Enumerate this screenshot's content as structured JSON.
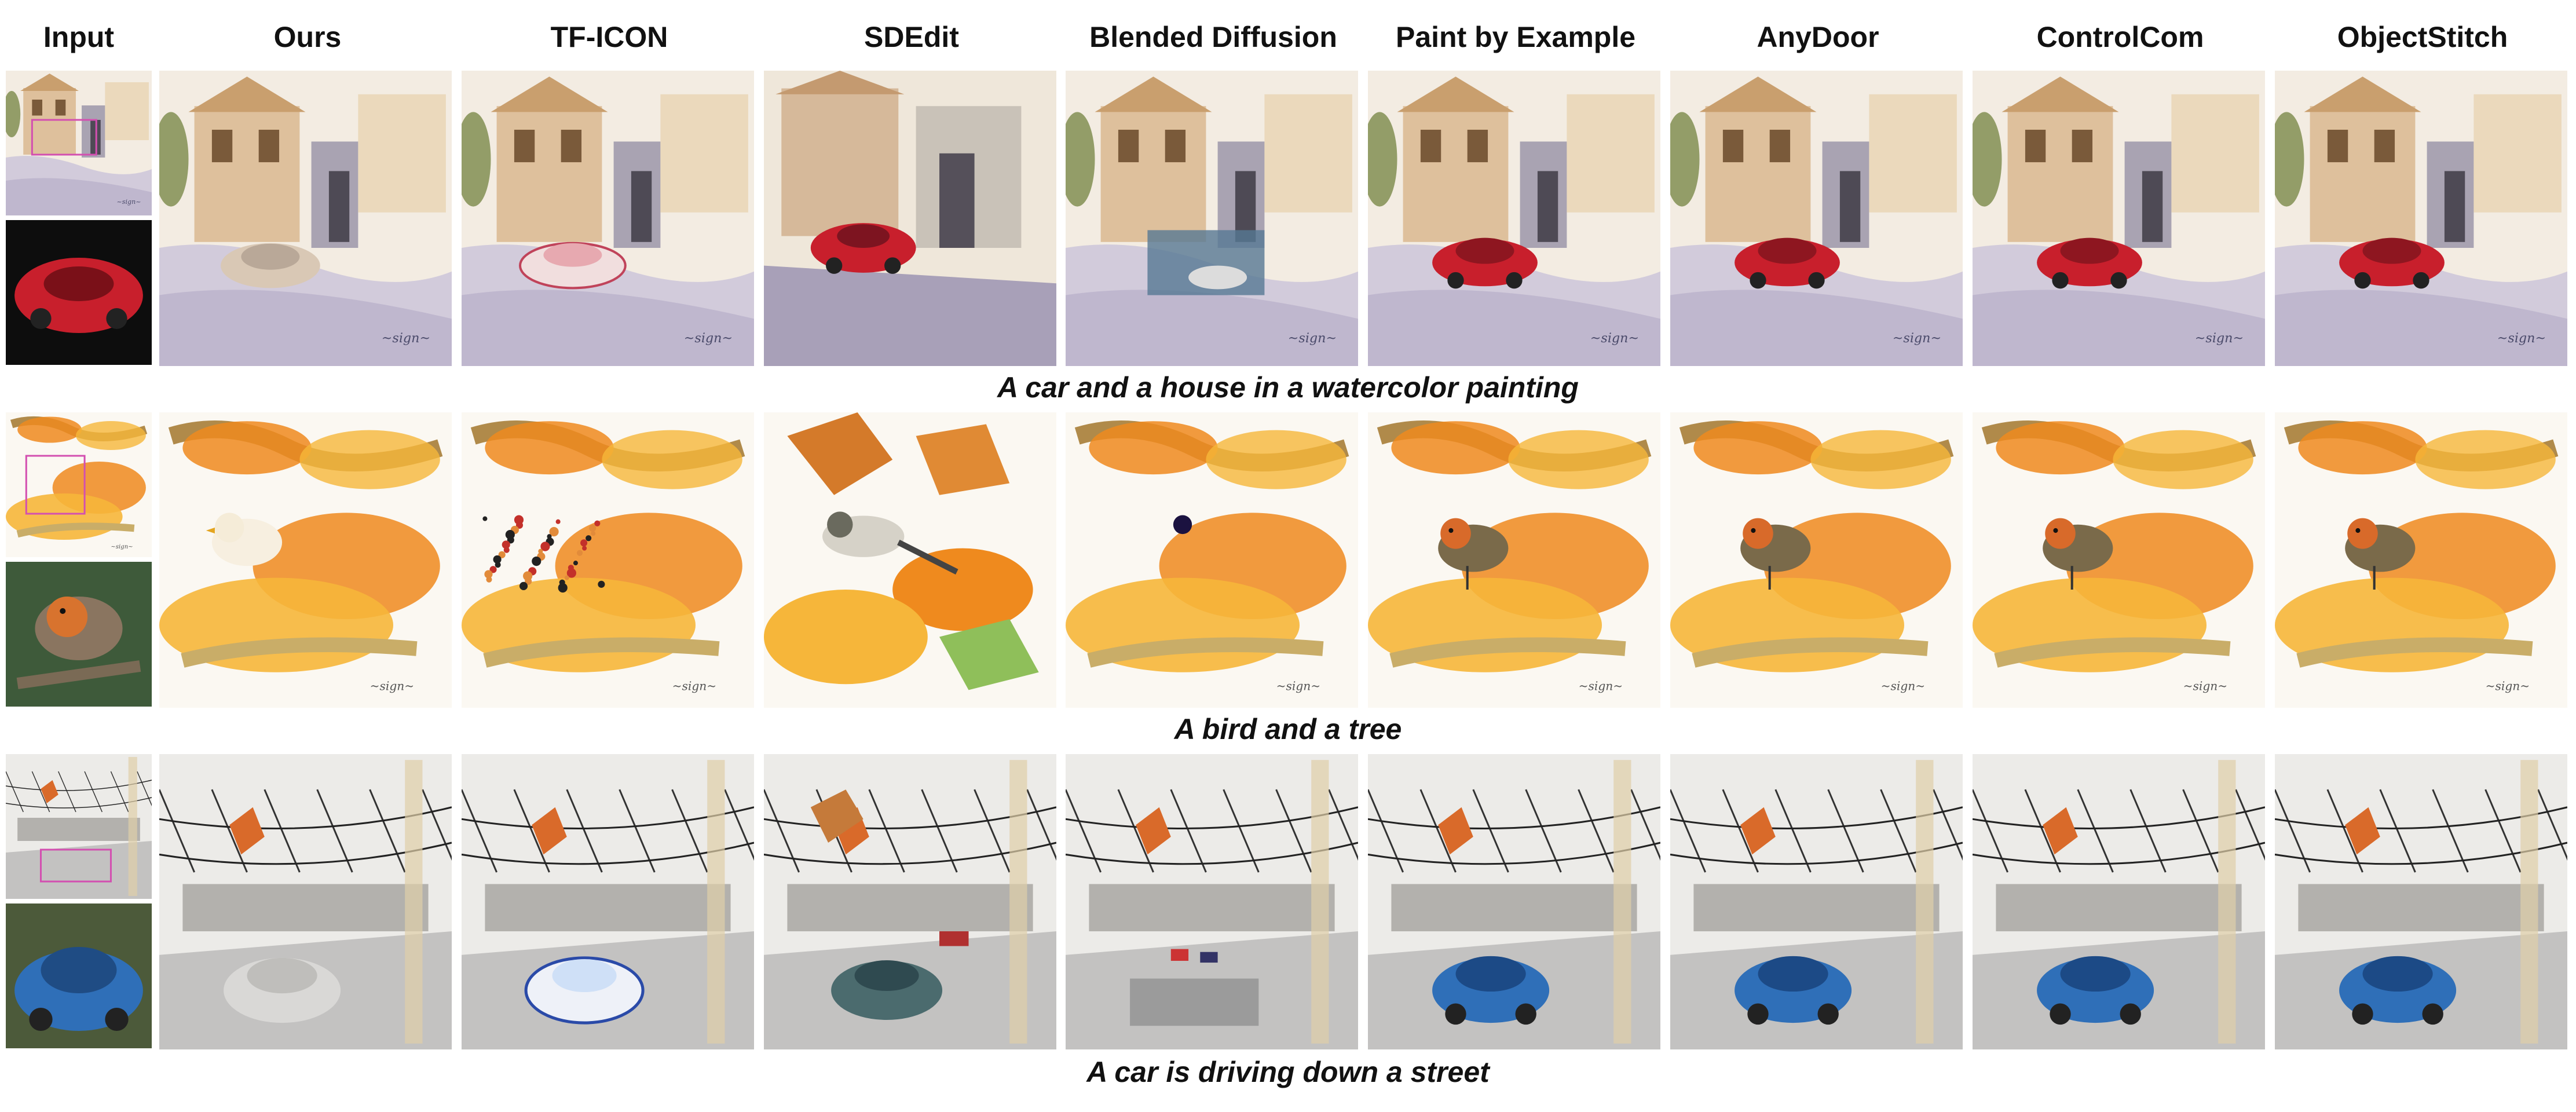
{
  "figure": {
    "columns": [
      "Input",
      "Ours",
      "TF-ICON",
      "SDEdit",
      "Blended Diffusion",
      "Paint by Example",
      "AnyDoor",
      "ControlCom",
      "ObjectStitch"
    ],
    "rows": [
      {
        "caption": "A car and a house in a watercolor painting",
        "scene": "house",
        "object": "red-car"
      },
      {
        "caption": "A bird and a tree",
        "scene": "autumn-tree",
        "object": "robin"
      },
      {
        "caption": "A car is driving down a street",
        "scene": "street",
        "object": "blue-beetle"
      }
    ],
    "colors": {
      "watercolor_bg": "#f3ece2",
      "house_tan": "#d9b98f",
      "car_red": "#c81f2c",
      "leaf_orange": "#ef8a1e",
      "leaf_yellow": "#f6b63a",
      "street_gray": "#b9b8b6",
      "beetle_blue": "#2f6fb8",
      "mask_pink": "#d34fb0"
    }
  }
}
